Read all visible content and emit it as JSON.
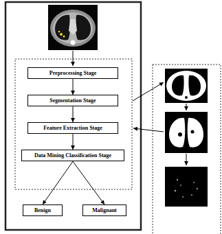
{
  "diagram": {
    "nodes": [
      {
        "text": [
          "Preprocessing Stage"
        ]
      },
      {
        "text": [
          "Segmentation Stage"
        ]
      },
      {
        "text": [
          "Feature Extraction Stage"
        ]
      },
      {
        "text": [
          "Data Mining Classification Stage"
        ]
      },
      {
        "text": [
          "Benign"
        ]
      },
      {
        "text": [
          "Malignant"
        ]
      }
    ],
    "edges": [
      {
        "from": 0,
        "to": 1,
        "arrow": "to"
      },
      {
        "from": 1,
        "to": 2,
        "arrow": "to"
      },
      {
        "from": 2,
        "to": 3,
        "arrow": "to"
      },
      {
        "from": 3,
        "to": 4,
        "arrow": "to"
      },
      {
        "from": 3,
        "to": 5,
        "arrow": "to"
      }
    ]
  }
}
